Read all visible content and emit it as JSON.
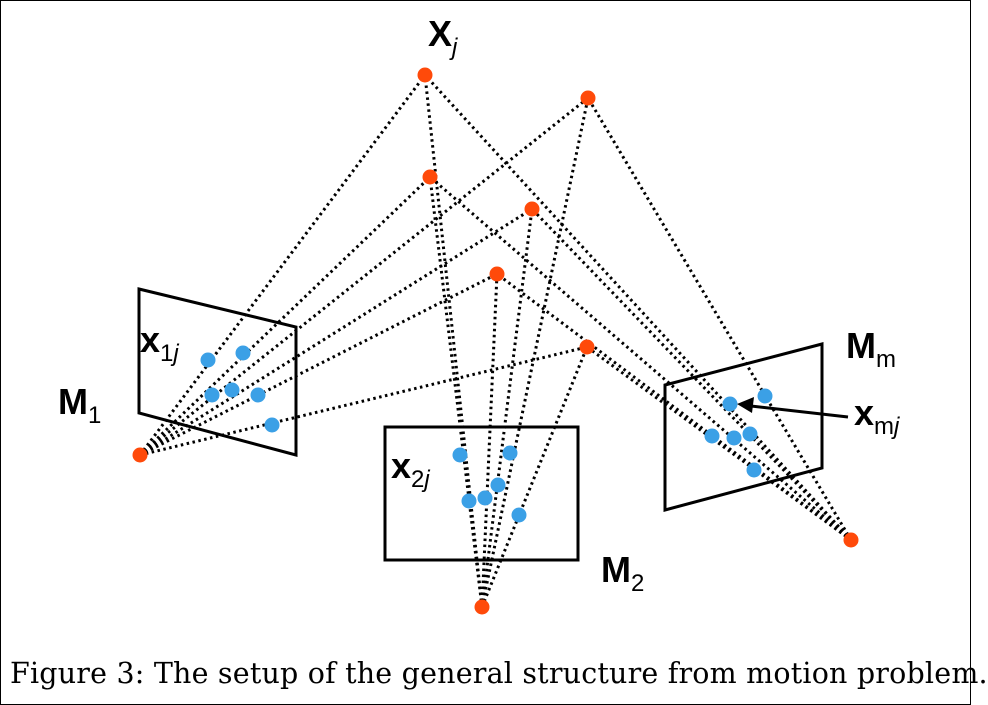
{
  "diagram": {
    "point_label": {
      "main": "X",
      "sub": "j"
    },
    "cameras": [
      {
        "label_main": "M",
        "label_sub": "1",
        "image_point_main": "x",
        "image_point_sub_num": "1",
        "image_point_sub_ital": "j"
      },
      {
        "label_main": "M",
        "label_sub": "2",
        "image_point_main": "x",
        "image_point_sub_num": "2",
        "image_point_sub_ital": "j"
      },
      {
        "label_main": "M",
        "label_sub": "m",
        "image_point_main": "x",
        "image_point_sub_num": "m",
        "image_point_sub_ital": "j"
      }
    ],
    "colors": {
      "world_point": "#ff4a0a",
      "image_point": "#3ba0e6",
      "ray": "#000000",
      "image_plane": "#000000"
    }
  },
  "caption": "Figure 3: The setup of the general structure from motion problem."
}
